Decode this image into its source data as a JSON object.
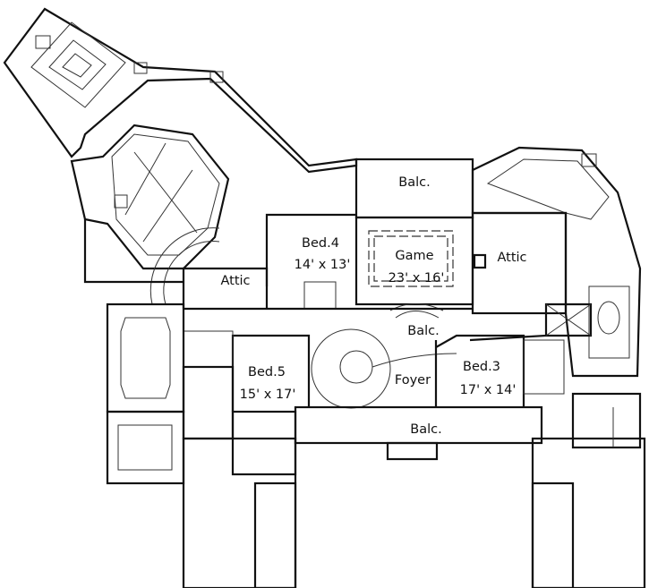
{
  "plan": {
    "rooms": [
      {
        "id": "balcony-top",
        "name": "Balc.",
        "size": ""
      },
      {
        "id": "bed-4",
        "name": "Bed.4",
        "size": "14' x 13'"
      },
      {
        "id": "game",
        "name": "Game",
        "size": "23' x 16'"
      },
      {
        "id": "attic-left",
        "name": "Attic",
        "size": ""
      },
      {
        "id": "attic-right",
        "name": "Attic",
        "size": ""
      },
      {
        "id": "balcony-middle",
        "name": "Balc.",
        "size": ""
      },
      {
        "id": "bed-5",
        "name": "Bed.5",
        "size": "15' x 17'"
      },
      {
        "id": "foyer",
        "name": "Foyer",
        "size": ""
      },
      {
        "id": "bed-3",
        "name": "Bed.3",
        "size": "17' x 14'"
      },
      {
        "id": "balcony-bottom",
        "name": "Balc.",
        "size": ""
      }
    ]
  }
}
